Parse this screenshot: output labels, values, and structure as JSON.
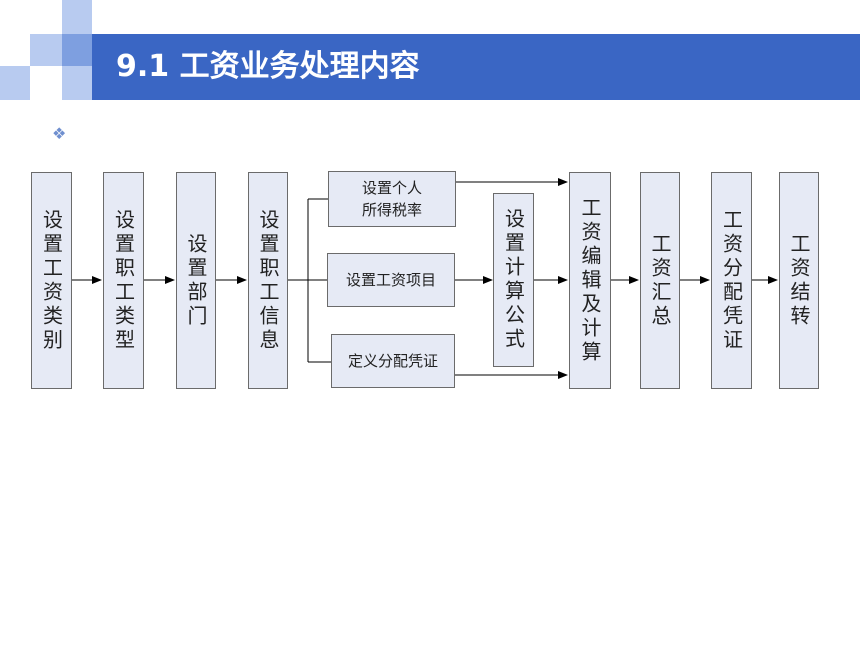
{
  "header": {
    "title": "9.1  工资业务处理内容"
  },
  "bullet": {
    "glyph": "❖"
  },
  "diagram": {
    "nodes": {
      "n1": "设置工资类别",
      "n2": "设置职工类型",
      "n3": "设置部门",
      "n4": "设置职工信息",
      "tax": "设置个人\n所得税率",
      "items": "设置工资项目",
      "voucher": "定义分配凭证",
      "formula": "设置计算公式",
      "calc": "工资编辑及计算",
      "summary": "工资汇总",
      "alloc": "工资分配凭证",
      "close": "工资结转"
    }
  },
  "colors": {
    "accent": "#3a66c4",
    "box_fill": "#e6eaf5",
    "box_border": "#6b6b6b",
    "deco_light": "#b8cbf0",
    "deco_mid": "#7e9fe0"
  }
}
